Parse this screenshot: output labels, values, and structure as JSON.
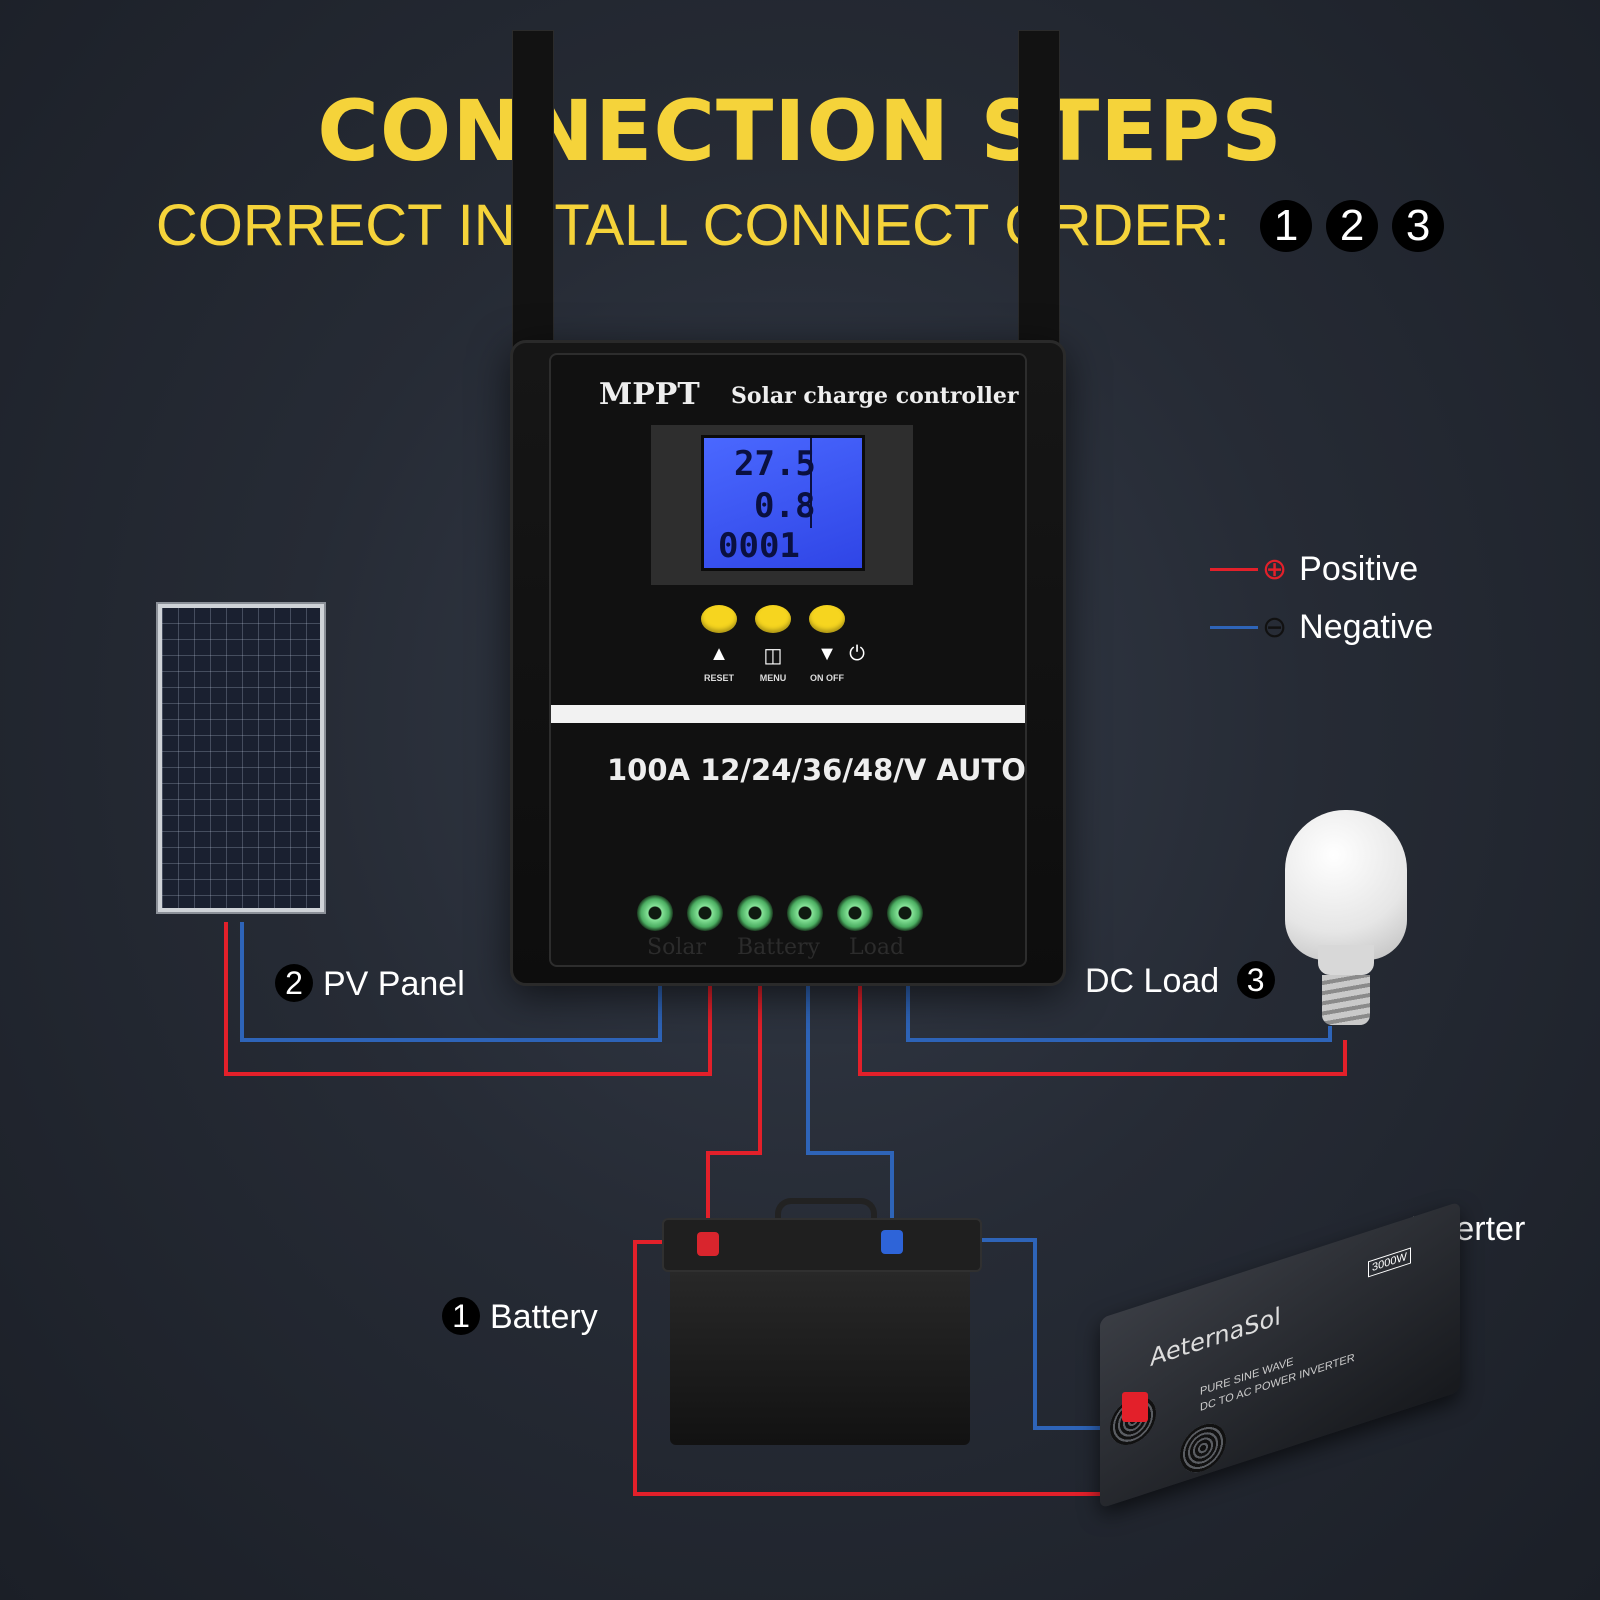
{
  "header": {
    "title": "CONNECTION STEPS",
    "subtitle": "CORRECT INSTALL CONNECT ORDER:",
    "order": [
      "1",
      "2",
      "3"
    ]
  },
  "legend": {
    "positive_label": "Positive",
    "negative_label": "Negative",
    "positive_symbol": "⊕",
    "negative_symbol": "⊖",
    "positive_color": "#e3202a",
    "negative_color": "#2e64b8"
  },
  "labels": {
    "pv_panel": {
      "num": "2",
      "text": "PV Panel"
    },
    "dc_load": {
      "num": "3",
      "text": "DC Load"
    },
    "battery": {
      "num": "1",
      "text": "Battery"
    },
    "inverter": "Inverter"
  },
  "controller": {
    "brand": "MPPT",
    "product": "Solar charge controller",
    "lcd": {
      "voltage": "27.5",
      "current": "0.8",
      "counter": "0001"
    },
    "buttons": [
      "RESET",
      "MENU",
      "ON OFF"
    ],
    "rating": "100A 12/24/36/48/V AUTO",
    "terminals": [
      "Solar",
      "Battery",
      "Load"
    ]
  },
  "inverter_device": {
    "brand": "AeternaSol",
    "line1": "PURE SINE WAVE",
    "line2": "DC TO AC POWER INVERTER",
    "power": "3000W"
  },
  "icons": [
    "solar-panel-icon",
    "battery-icon",
    "bulb-icon",
    "inverter-icon",
    "fan-icon",
    "power-icon"
  ]
}
